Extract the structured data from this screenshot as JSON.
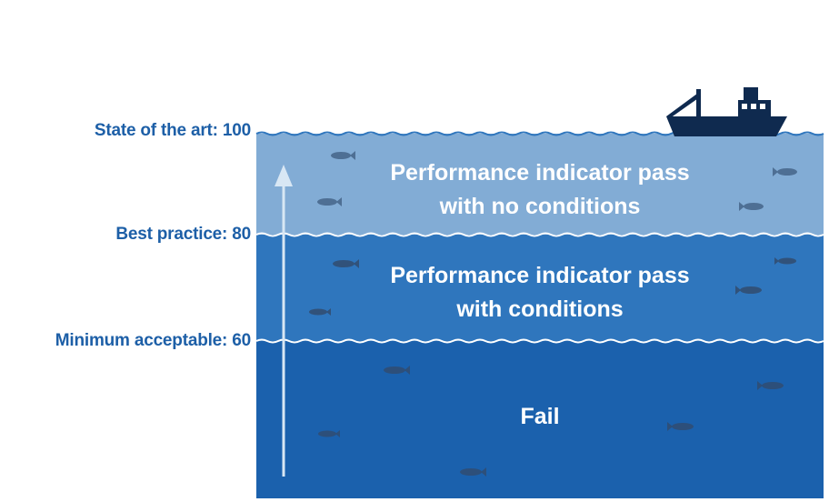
{
  "scale": {
    "levels": [
      {
        "label": "State of the art: 100",
        "value": 100
      },
      {
        "label": "Best practice: 80",
        "value": 80
      },
      {
        "label": "Minimum acceptable: 60",
        "value": 60
      }
    ]
  },
  "bands": [
    {
      "line1": "Performance indicator pass",
      "line2": "with no conditions",
      "color": "#82acd5"
    },
    {
      "line1": "Performance indicator pass",
      "line2": "with conditions",
      "color": "#2f76bd"
    },
    {
      "line1": "Fail",
      "line2": "",
      "color": "#1b61ad"
    }
  ],
  "icons": {
    "vessel": "fishing-boat-icon",
    "fish": "fish-icon",
    "arrow": "upward-arrow-icon"
  },
  "colors": {
    "label_text": "#1d5fa7",
    "vessel": "#0f2a4f",
    "fish": "#31527a"
  }
}
